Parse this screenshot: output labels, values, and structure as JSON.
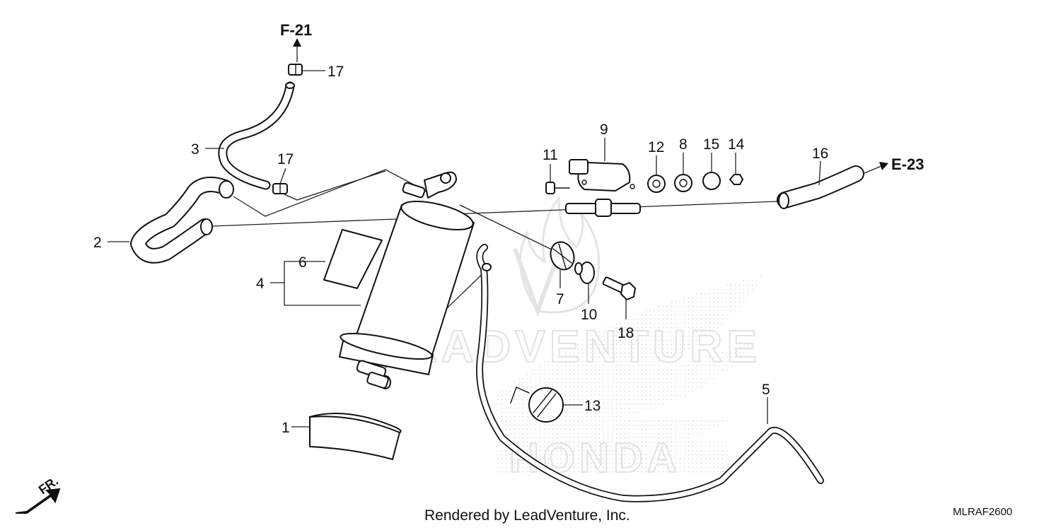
{
  "diagram": {
    "refs": {
      "top": "F-21",
      "right": "E-23"
    },
    "direction_label": "FR.",
    "callouts": {
      "c1": "1",
      "c2": "2",
      "c3": "3",
      "c4": "4",
      "c5": "5",
      "c6": "6",
      "c7": "7",
      "c8": "8",
      "c9": "9",
      "c10": "10",
      "c11": "11",
      "c12": "12",
      "c13": "13",
      "c14": "14",
      "c15": "15",
      "c16": "16",
      "c17a": "17",
      "c17b": "17",
      "c18": "18"
    },
    "watermark": {
      "text": "LEADVENTURE",
      "brand": "HONDA"
    }
  },
  "footer": {
    "rendered_by": "Rendered by LeadVenture, Inc.",
    "diagram_code": "MLRAF2600"
  }
}
